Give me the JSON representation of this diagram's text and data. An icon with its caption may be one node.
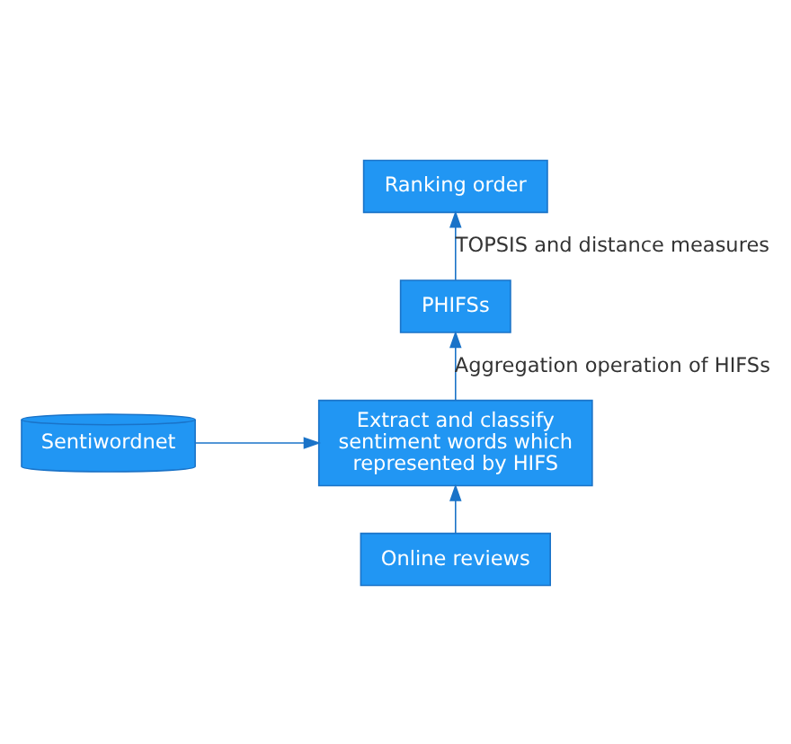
{
  "diagram": {
    "nodes": [
      {
        "text": [
          "Ranking order"
        ]
      },
      {
        "text": [
          "PHIFSs"
        ]
      },
      {
        "text": [
          "Extract and classify sentiment words which represented by HIFS"
        ]
      },
      {
        "text": [
          "Sentiwordnet"
        ]
      },
      {
        "text": [
          "Online reviews"
        ]
      }
    ],
    "edges": [
      {
        "from": 4,
        "to": 2,
        "arrow": "to"
      },
      {
        "from": 3,
        "to": 2,
        "arrow": "to"
      },
      {
        "from": 2,
        "to": 1,
        "arrow": "to",
        "label": "Aggregation operation of HIFSs"
      },
      {
        "from": 1,
        "to": 0,
        "arrow": "to",
        "label": "TOPSIS and distance measures"
      }
    ]
  }
}
